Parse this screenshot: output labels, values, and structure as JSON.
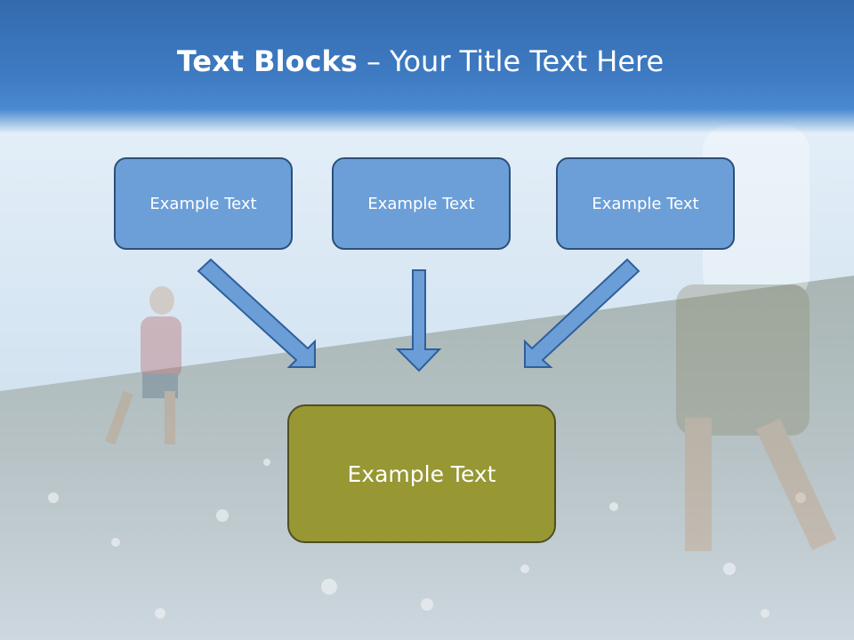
{
  "slide": {
    "title_bold": "Text Blocks",
    "title_dash": " – ",
    "title_rest": "Your Title Text Here"
  },
  "blocks": [
    {
      "label": "Example Text"
    },
    {
      "label": "Example Text"
    },
    {
      "label": "Example Text"
    }
  ],
  "target_block": {
    "label": "Example Text"
  },
  "colors": {
    "title_band": "#3d76bb",
    "small_box_fill": "#6c9fd8",
    "big_box_fill": "#979734",
    "arrow_fill": "#6b9ed6",
    "border": "#2c4f78"
  }
}
